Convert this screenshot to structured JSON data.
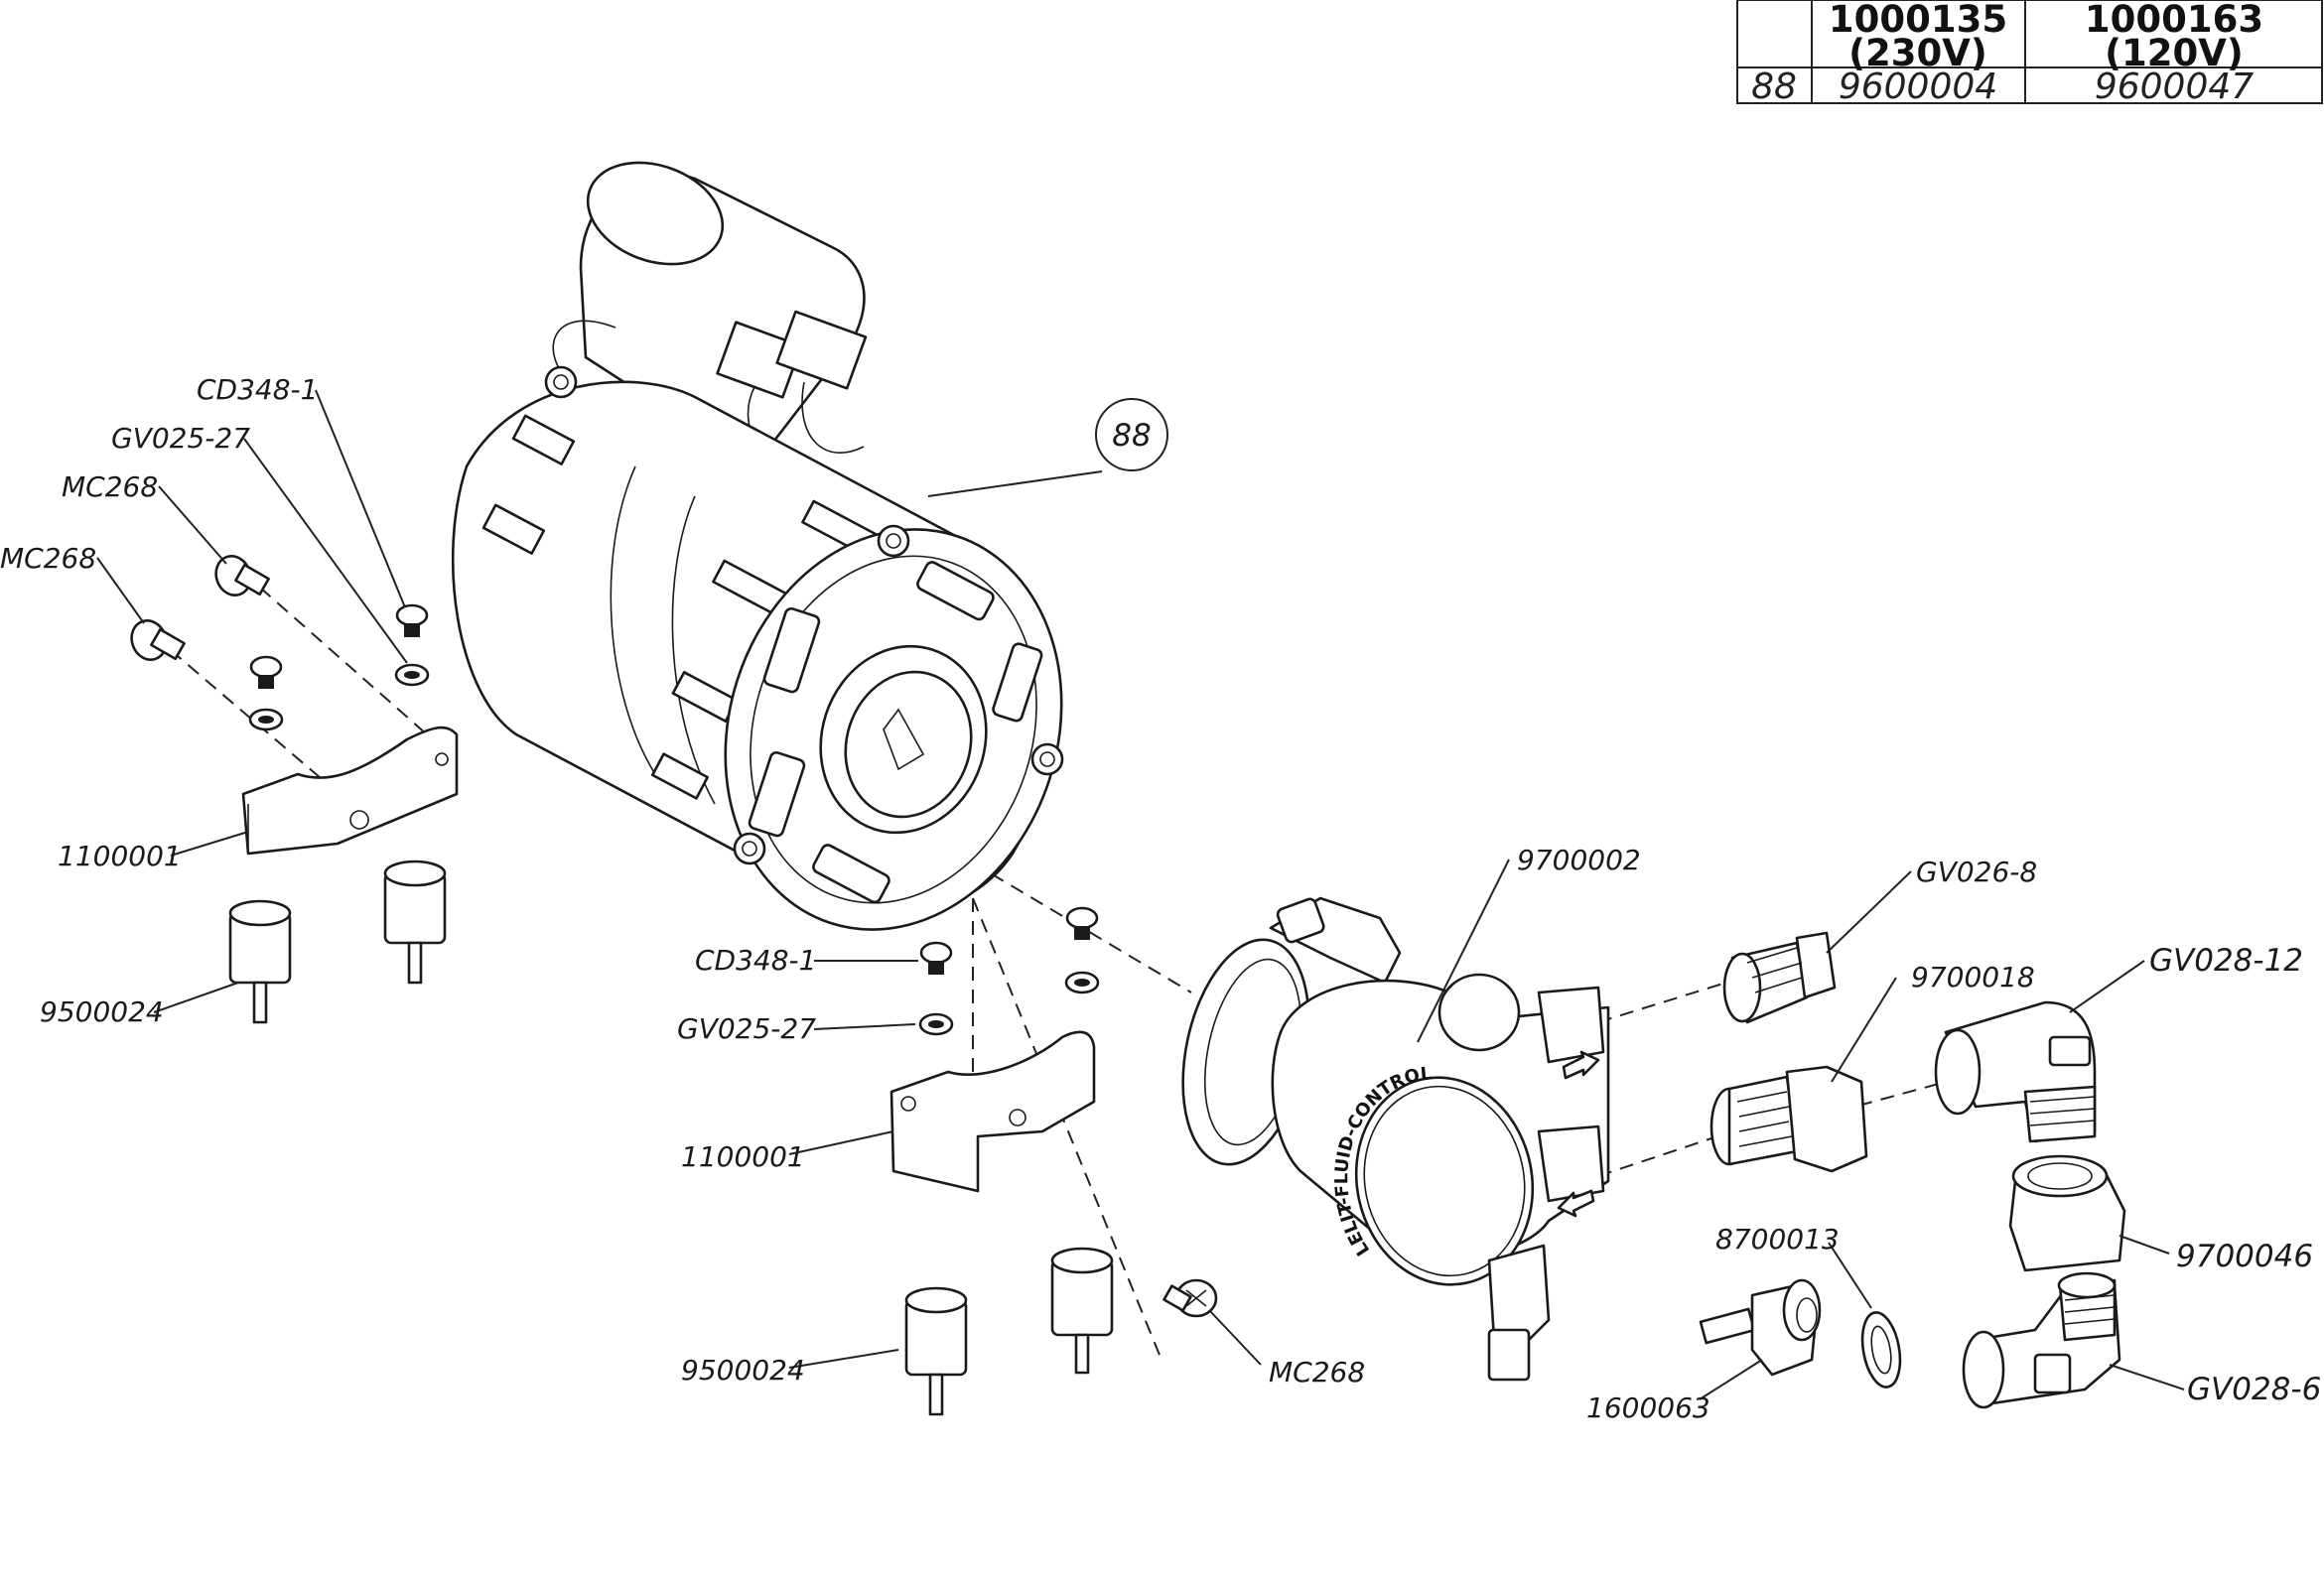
{
  "table": {
    "headers": [
      "",
      "1000135",
      "1000163"
    ],
    "subheaders": [
      "",
      "(230V)",
      "(120V)"
    ],
    "row": [
      "88",
      "9600004",
      "9600047"
    ]
  },
  "callout_bubble": "88",
  "labels": {
    "cd348_top": "CD348-1",
    "gv025_top": "GV025-27",
    "mc268_top_a": "MC268",
    "mc268_top_b": "MC268",
    "bracket_left": "1100001",
    "foot_left": "9500024",
    "cd348_mid": "CD348-1",
    "gv025_mid": "GV025-27",
    "bracket_mid": "1100001",
    "foot_mid": "9500024",
    "mc268_mid": "MC268",
    "pump": "9700002",
    "gv026": "GV026-8",
    "fitting": "9700018",
    "elbow_top": "GV028-12",
    "nut": "9700046",
    "elbow_bottom": "GV028-6",
    "washer": "8700013",
    "barb": "1600063"
  },
  "pump_face_text": "LELIT-FLUID-CONTROL"
}
